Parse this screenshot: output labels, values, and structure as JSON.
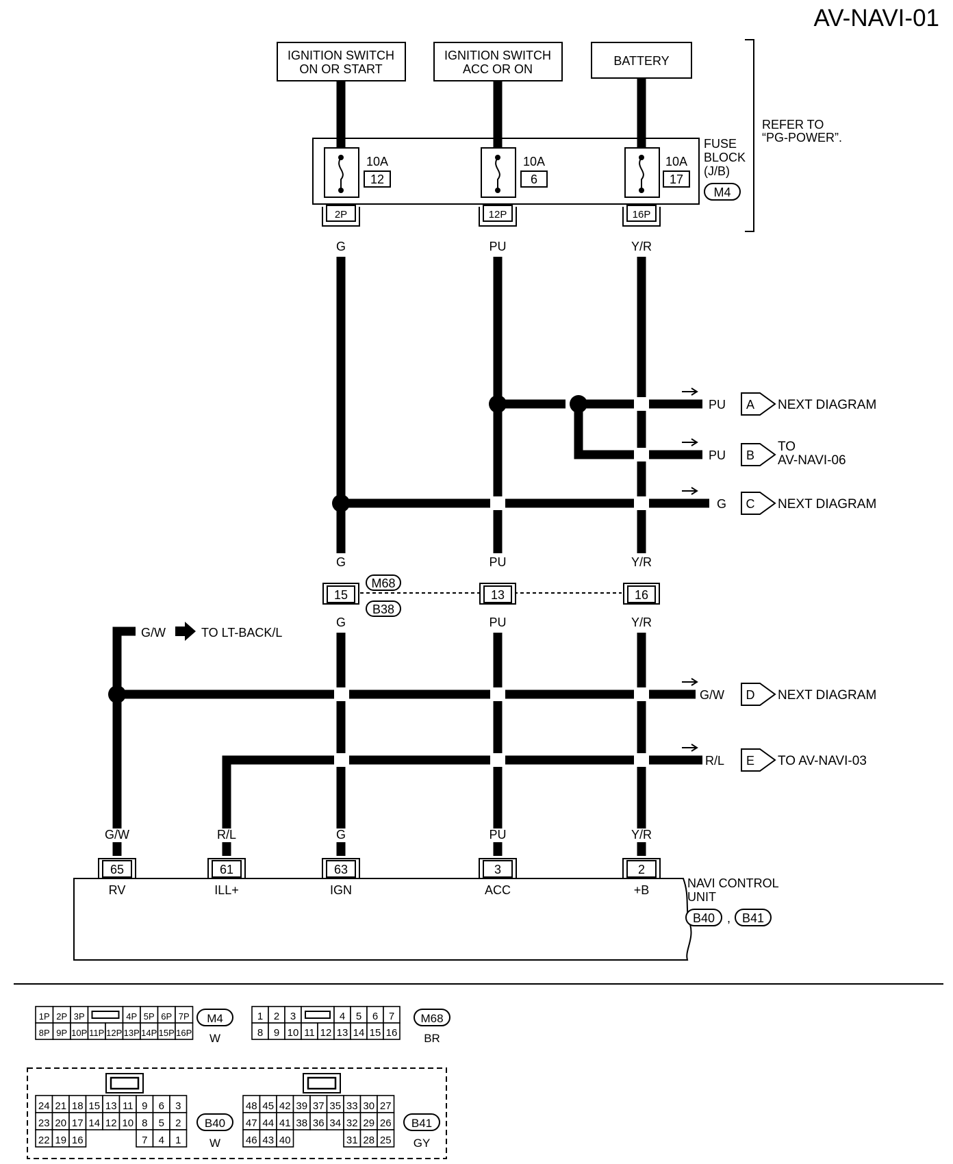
{
  "page_id": "AV-NAVI-01",
  "sources": [
    {
      "line1": "IGNITION SWITCH",
      "line2": "ON OR START"
    },
    {
      "line1": "IGNITION SWITCH",
      "line2": "ACC OR ON"
    },
    {
      "line1": "BATTERY",
      "line2": ""
    }
  ],
  "fuse_block": {
    "label": [
      "FUSE",
      "BLOCK",
      "(J/B)"
    ],
    "connector": "M4",
    "refer_to": [
      "REFER TO",
      "“PG-POWER”."
    ],
    "fuses": [
      {
        "rating": "10A",
        "number": "12",
        "terminal": "2P",
        "wire": "G"
      },
      {
        "rating": "10A",
        "number": "6",
        "terminal": "12P",
        "wire": "PU"
      },
      {
        "rating": "10A",
        "number": "17",
        "terminal": "16P",
        "wire": "Y/R"
      }
    ]
  },
  "branches": [
    {
      "wire": "PU",
      "letter": "A",
      "text": [
        "NEXT DIAGRAM"
      ]
    },
    {
      "wire": "PU",
      "letter": "B",
      "text": [
        "TO",
        "AV-NAVI-06"
      ]
    },
    {
      "wire": "G",
      "letter": "C",
      "text": [
        "NEXT DIAGRAM"
      ]
    },
    {
      "wire": "G/W",
      "letter": "D",
      "text": [
        "NEXT DIAGRAM"
      ]
    },
    {
      "wire": "R/L",
      "letter": "E",
      "text": [
        "TO AV-NAVI-03"
      ]
    }
  ],
  "joint": {
    "connectors": [
      "M68",
      "B38"
    ],
    "pins": [
      {
        "pin": "15",
        "wire_top": "G",
        "wire_bottom": "G"
      },
      {
        "pin": "13",
        "wire_top": "PU",
        "wire_bottom": "PU"
      },
      {
        "pin": "16",
        "wire_top": "Y/R",
        "wire_bottom": "Y/R"
      }
    ]
  },
  "lt_back": {
    "wire": "G/W",
    "text": "TO LT-BACK/L"
  },
  "unit": {
    "name": [
      "NAVI CONTROL",
      "UNIT"
    ],
    "connectors": [
      "B40",
      "B41"
    ],
    "separator": ",",
    "pins": [
      {
        "pin": "65",
        "wire": "G/W",
        "function": "RV"
      },
      {
        "pin": "61",
        "wire": "R/L",
        "function": "ILL+"
      },
      {
        "pin": "63",
        "wire": "G",
        "function": "IGN"
      },
      {
        "pin": "3",
        "wire": "PU",
        "function": "ACC"
      },
      {
        "pin": "2",
        "wire": "Y/R",
        "function": "+B"
      }
    ]
  },
  "connector_faces": [
    {
      "id": "M4",
      "color": "W",
      "row1_left": [
        "1P",
        "2P",
        "3P"
      ],
      "row1_right": [
        "4P",
        "5P",
        "6P",
        "7P"
      ],
      "row2": [
        "8P",
        "9P",
        "10P",
        "11P",
        "12P",
        "13P",
        "14P",
        "15P",
        "16P"
      ]
    },
    {
      "id": "M68",
      "color": "BR",
      "row1_left": [
        "1",
        "2",
        "3"
      ],
      "row1_right": [
        "4",
        "5",
        "6",
        "7"
      ],
      "row2": [
        "8",
        "9",
        "10",
        "11",
        "12",
        "13",
        "14",
        "15",
        "16"
      ]
    },
    {
      "id": "B40",
      "color": "W",
      "rows": [
        [
          "24",
          "21",
          "18",
          "15",
          "13",
          "11",
          "9",
          "6",
          "3"
        ],
        [
          "23",
          "20",
          "17",
          "14",
          "12",
          "10",
          "8",
          "5",
          "2"
        ],
        [
          "22",
          "19",
          "16",
          "",
          "",
          "",
          "7",
          "4",
          "1"
        ]
      ]
    },
    {
      "id": "B41",
      "color": "GY",
      "rows": [
        [
          "48",
          "45",
          "42",
          "39",
          "37",
          "35",
          "33",
          "30",
          "27"
        ],
        [
          "47",
          "44",
          "41",
          "38",
          "36",
          "34",
          "32",
          "29",
          "26"
        ],
        [
          "46",
          "43",
          "40",
          "",
          "",
          "",
          "31",
          "28",
          "25"
        ]
      ]
    }
  ]
}
